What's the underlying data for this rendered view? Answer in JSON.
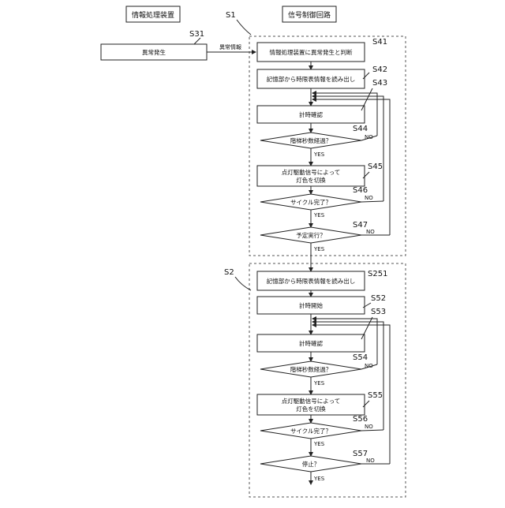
{
  "headers": {
    "left": "情報処理装置",
    "right": "信号制御回路"
  },
  "refs": {
    "s1": "S1",
    "s2": "S2",
    "s31": "S31",
    "s41": "S41",
    "s42": "S42",
    "s43": "S43",
    "s44": "S44",
    "s45": "S45",
    "s46": "S46",
    "s47": "S47",
    "s251": "S251",
    "s52": "S52",
    "s53": "S53",
    "s54": "S54",
    "s55": "S55",
    "s56": "S56",
    "s57": "S57"
  },
  "nodes": {
    "s31": "異常発生",
    "s41": "情報処理装置に異常発生と判断",
    "s42": "記憶部から時限表情報を読み出し",
    "s43": "計時確認",
    "s44": "階梯秒数経過？",
    "s45_line1": "点灯駆動信号によって",
    "s45_line2": "灯色を切換",
    "s46": "サイクル完了？",
    "s47": "予定実行？",
    "s251": "記憶部から時限表情報を読み出し",
    "s52": "計時開始",
    "s53": "計時確認",
    "s54": "階梯秒数経過？",
    "s55_line1": "点灯駆動信号によって",
    "s55_line2": "灯色を切換",
    "s56": "サイクル完了？",
    "s57": "停止？"
  },
  "labels": {
    "arrow_info": "異常情報",
    "yes": "YES",
    "no": "NO"
  }
}
